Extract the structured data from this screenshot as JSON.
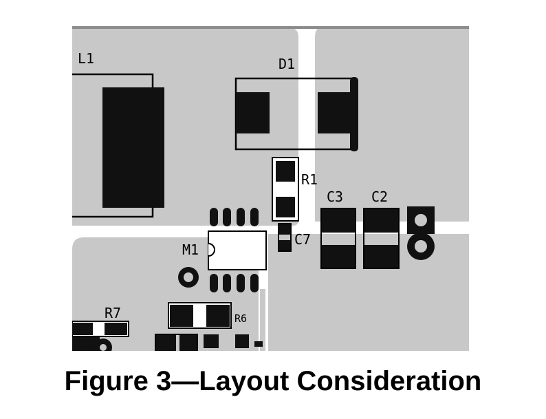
{
  "figure": {
    "caption": "Figure 3—Layout Consideration"
  },
  "components": {
    "L1": "L1",
    "D1": "D1",
    "R1": "R1",
    "C3": "C3",
    "C2": "C2",
    "C7": "C7",
    "M1": "M1",
    "R7": "R7",
    "R6": "R6"
  },
  "colors": {
    "copper": "#c8c8c8",
    "board": "#ffffff",
    "pad": "#111111",
    "border": "#8c8c8c"
  }
}
